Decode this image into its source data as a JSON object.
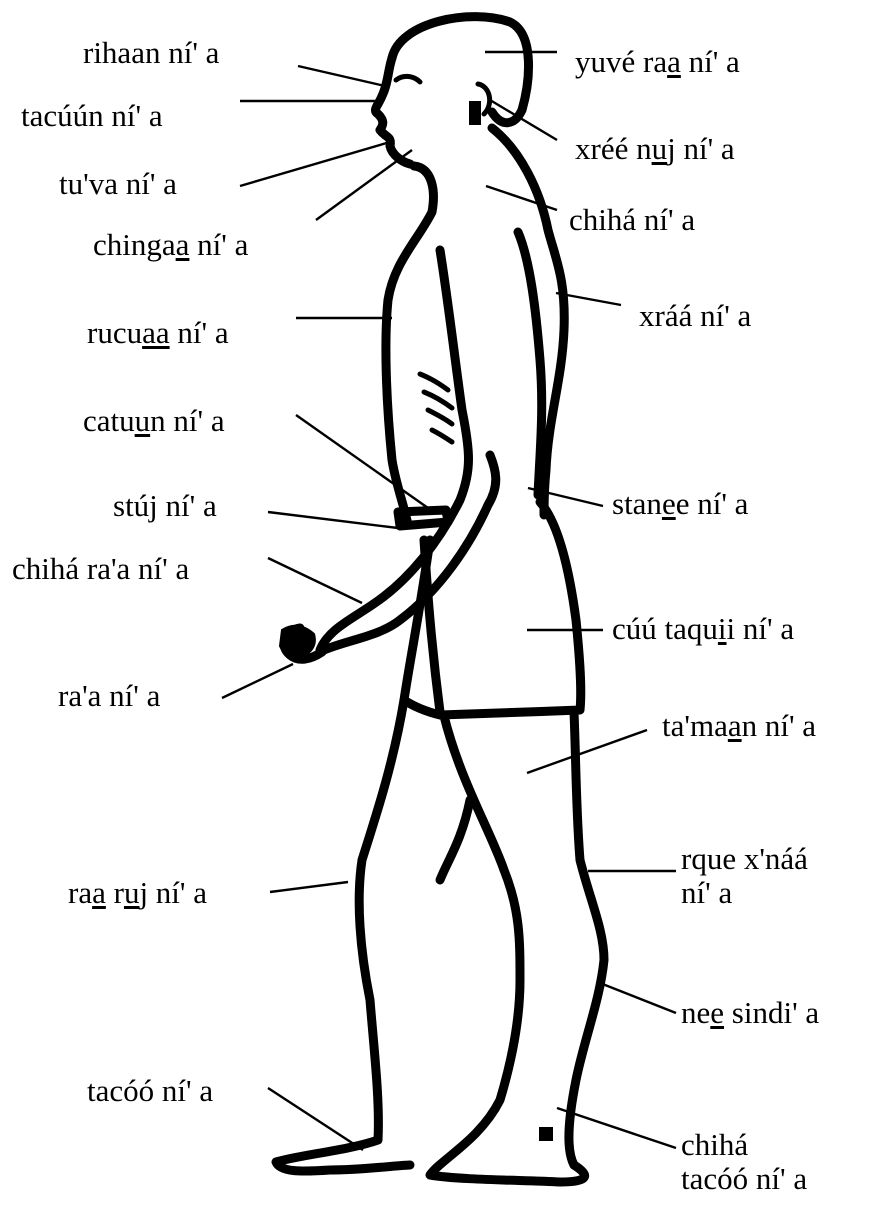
{
  "labels": [
    {
      "id": "rihaan",
      "segments": [
        {
          "t": "rihaan ní' a"
        }
      ]
    },
    {
      "id": "tacuun",
      "segments": [
        {
          "t": "tacúún ní' a"
        }
      ]
    },
    {
      "id": "tuva",
      "segments": [
        {
          "t": "tu'va ní' a"
        }
      ]
    },
    {
      "id": "chingaa",
      "segments": [
        {
          "t": "chinga"
        },
        {
          "t": "a",
          "u": true
        },
        {
          "t": " ní' a"
        }
      ]
    },
    {
      "id": "rucuaa",
      "segments": [
        {
          "t": "rucu"
        },
        {
          "t": "aa",
          "u": true
        },
        {
          "t": " ní' a"
        }
      ]
    },
    {
      "id": "catuun",
      "segments": [
        {
          "t": "catu"
        },
        {
          "t": "u",
          "u": true
        },
        {
          "t": "n ní' a"
        }
      ]
    },
    {
      "id": "stuj",
      "segments": [
        {
          "t": "stúj ní' a"
        }
      ]
    },
    {
      "id": "chiha-raa",
      "segments": [
        {
          "t": "chihá ra'a ní' a"
        }
      ]
    },
    {
      "id": "raa",
      "segments": [
        {
          "t": "ra'a ní' a"
        }
      ]
    },
    {
      "id": "raa-ruj",
      "segments": [
        {
          "t": "ra"
        },
        {
          "t": "a",
          "u": true
        },
        {
          "t": " r"
        },
        {
          "t": "u",
          "u": true
        },
        {
          "t": "j ní' a"
        }
      ]
    },
    {
      "id": "tacoo",
      "segments": [
        {
          "t": "tacóó ní' a"
        }
      ]
    },
    {
      "id": "yuve",
      "segments": [
        {
          "t": "yuvé ra"
        },
        {
          "t": "a",
          "u": true
        },
        {
          "t": " ní' a"
        }
      ]
    },
    {
      "id": "xree",
      "segments": [
        {
          "t": "xréé n"
        },
        {
          "t": "u",
          "u": true
        },
        {
          "t": "j ní' a"
        }
      ]
    },
    {
      "id": "chiha",
      "segments": [
        {
          "t": "chihá ní' a"
        }
      ]
    },
    {
      "id": "xraa",
      "segments": [
        {
          "t": "xráá ní' a"
        }
      ]
    },
    {
      "id": "stanee",
      "segments": [
        {
          "t": "stan"
        },
        {
          "t": "e",
          "u": true
        },
        {
          "t": "e ní' a"
        }
      ]
    },
    {
      "id": "cuu-taquii",
      "segments": [
        {
          "t": "cúú taqu"
        },
        {
          "t": "i",
          "u": true
        },
        {
          "t": "i ní' a"
        }
      ]
    },
    {
      "id": "tamaan",
      "segments": [
        {
          "t": "ta'ma"
        },
        {
          "t": "a",
          "u": true
        },
        {
          "t": "n ní' a"
        }
      ]
    },
    {
      "id": "rque",
      "segments": [
        {
          "t": "rque x'náá"
        },
        {
          "t": "ní' a",
          "br": true
        }
      ]
    },
    {
      "id": "nee-sindi",
      "segments": [
        {
          "t": "ne"
        },
        {
          "t": "e",
          "u": true
        },
        {
          "t": " sindi' a"
        }
      ]
    },
    {
      "id": "chiha-tacoo",
      "segments": [
        {
          "t": "chihá"
        },
        {
          "t": "tacóó ní' a",
          "br": true
        }
      ]
    }
  ]
}
